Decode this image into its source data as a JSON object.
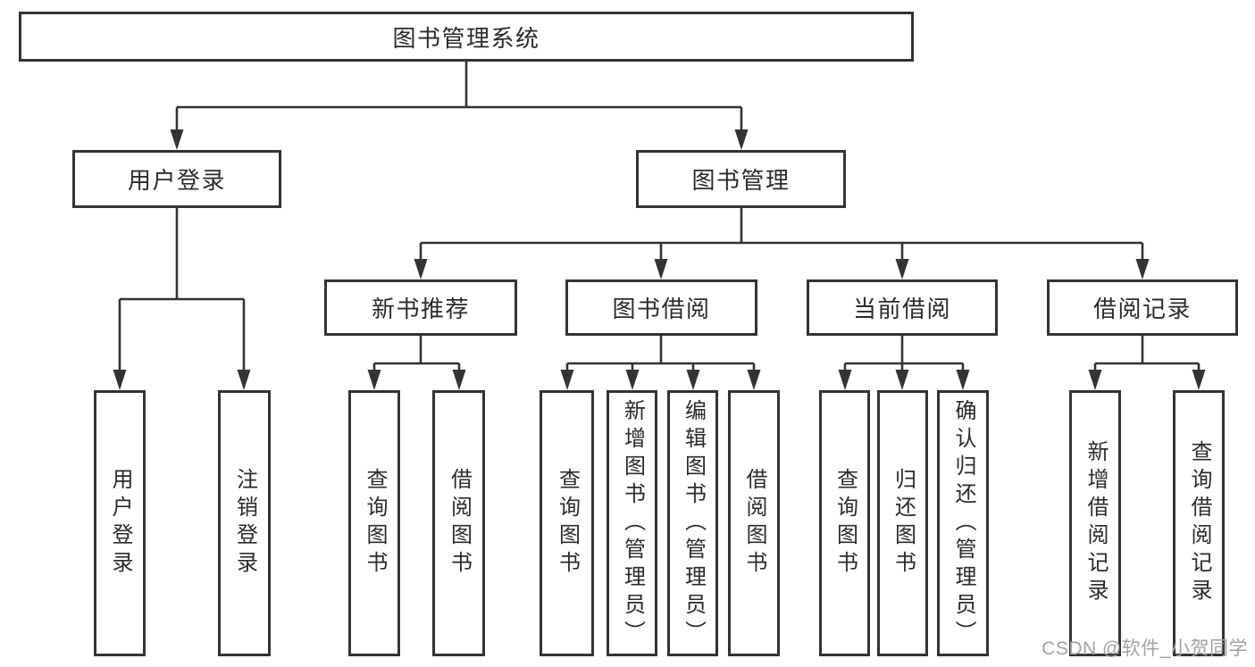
{
  "diagram": {
    "nodes": {
      "root": "图书管理系统",
      "user_login": "用户登录",
      "book_mgmt": "图书管理",
      "new_book_rec": "新书推荐",
      "book_borrow": "图书借阅",
      "current_borrow": "当前借阅",
      "borrow_record": "借阅记录",
      "leaf_user_login": "用户登录",
      "leaf_logout": "注销登录",
      "leaf_nb_query": "查询图书",
      "leaf_nb_borrow": "借阅图书",
      "leaf_bb_query": "查询图书",
      "leaf_bb_add": "新增图书（管理员）",
      "leaf_bb_edit": "编辑图书（管理员）",
      "leaf_bb_borrow": "借阅图书",
      "leaf_cb_query": "查询图书",
      "leaf_cb_return": "归还图书",
      "leaf_cb_confirm": "确认归还（管理员）",
      "leaf_br_add": "新增借阅记录",
      "leaf_br_query": "查询借阅记录"
    },
    "line_color": "#333333"
  },
  "watermark": "CSDN @软件_小贺同学"
}
